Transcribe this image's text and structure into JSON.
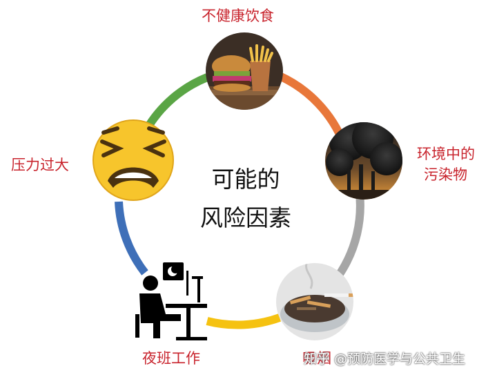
{
  "center_title": [
    "可能的",
    "风险因素"
  ],
  "factors": [
    {
      "label": "不健康饮食",
      "icon": "burger-fries-icon"
    },
    {
      "label_lines": [
        "环境中的",
        "污染物"
      ],
      "icon": "factory-smoke-icon"
    },
    {
      "label": "吸烟",
      "icon": "cigarette-ashtray-icon"
    },
    {
      "label": "夜班工作",
      "icon": "night-desk-worker-icon"
    },
    {
      "label": "压力过大",
      "icon": "stressed-face-emoji-icon"
    }
  ],
  "watermark": "知乎 @预防医学与公共卫生",
  "colors": {
    "label": "#c8232c",
    "arc_top_right": "#e8773a",
    "arc_right": "#a6a6a6",
    "arc_bottom": "#f5c211",
    "arc_left": "#3e6fb8",
    "arc_top_left": "#5aa545"
  }
}
